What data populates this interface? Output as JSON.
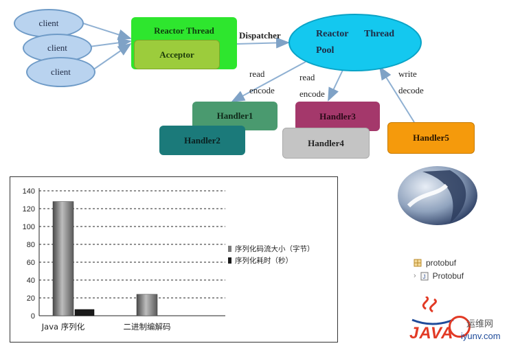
{
  "architecture": {
    "clients": [
      "client",
      "client",
      "client"
    ],
    "reactor_thread": "Reactor Thread",
    "acceptor": "Acceptor",
    "dispatcher": "Dispatcher",
    "reactor_pool": [
      "Reactor",
      "Thread",
      "Pool"
    ],
    "edge_labels": {
      "h1": [
        "read",
        "encode"
      ],
      "h3": [
        "read",
        "encode"
      ],
      "h5": [
        "write",
        "decode"
      ]
    },
    "handlers": [
      "Handler1",
      "Handler2",
      "Handler3",
      "Handler4",
      "Handler5"
    ],
    "colors": {
      "client": "#b9d3ef",
      "reactor_thread": "#2ee62e",
      "acceptor": "#9ccc3c",
      "reactor_pool": "#14c8ef",
      "handler1": "#4a9a6f",
      "handler2": "#1b7a7a",
      "handler3": "#a4386b",
      "handler4": "#c4c4c4",
      "handler5": "#f59a0c"
    }
  },
  "chart_data": {
    "type": "bar",
    "categories": [
      "Java 序列化",
      "二进制编解码"
    ],
    "series": [
      {
        "name": "序列化码流大小（字节）",
        "values": [
          128,
          24
        ],
        "color": "#7a7a7a"
      },
      {
        "name": "序列化耗时（秒）",
        "values": [
          7,
          0
        ],
        "color": "#1a1a1a"
      }
    ],
    "yticks": [
      "0",
      "20",
      "40",
      "60",
      "80",
      "100",
      "120",
      "140"
    ],
    "ylim": [
      0,
      140
    ],
    "grid": true,
    "legend": "right"
  },
  "side": {
    "tree": [
      "protobuf",
      "Protobuf"
    ],
    "logo_text": "JAVA",
    "watermark": [
      "运维网",
      "iyunv.com"
    ]
  }
}
